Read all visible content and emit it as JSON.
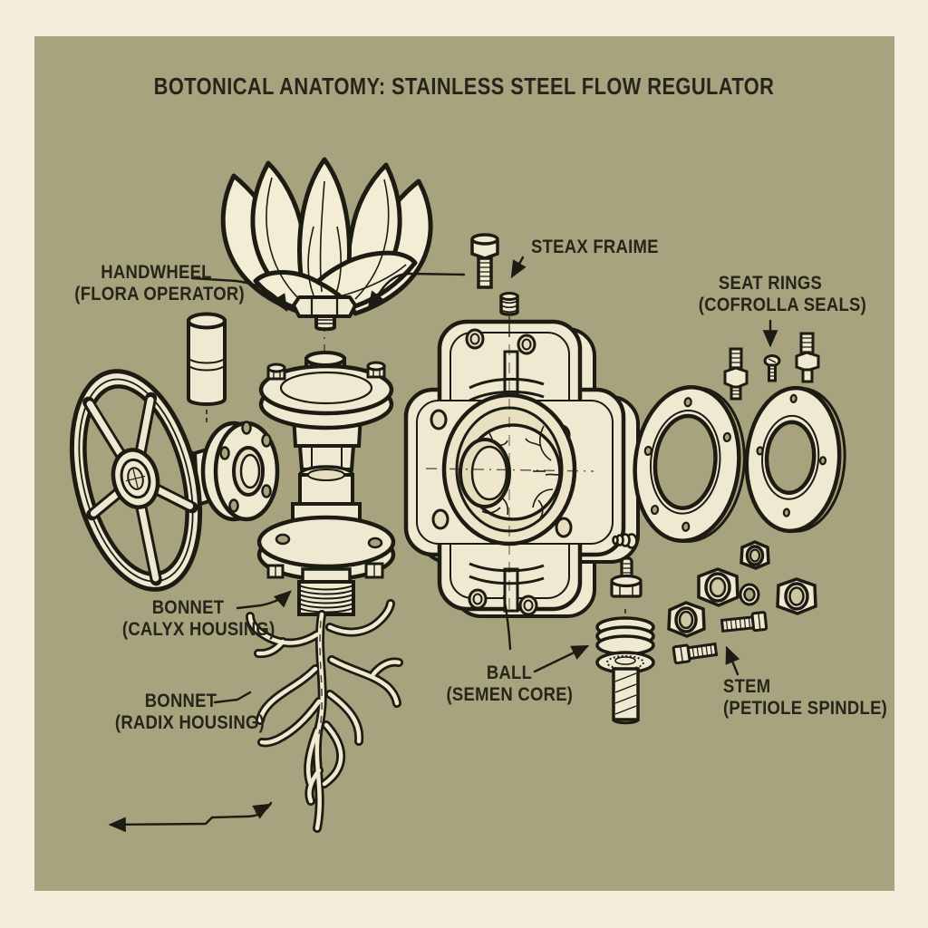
{
  "title": "BOTONICAL ANATOMY: STAINLESS STEEL FLOW REGULATOR",
  "labels": {
    "handwheel": {
      "line1": "HANDWHEEL",
      "line2": "(FLORA OPERATOR)"
    },
    "steax_fraime": {
      "line1": "STEAX FRAIME"
    },
    "seat_rings": {
      "line1": "SEAT RINGS",
      "line2": "(COFROLLA SEALS)"
    },
    "bonnet_calyx": {
      "line1": "BONNET",
      "line2": "(CALYX HOUSING)"
    },
    "bonnet_radix": {
      "line1": "BONNET",
      "line2": "(RADIX HOUSING)"
    },
    "ball": {
      "line1": "BALL",
      "line2": "(SEMEN CORE)"
    },
    "stem": {
      "line1": "STEM",
      "line2": "(PETIOLE SPINDLE)"
    }
  },
  "colors": {
    "paper": "#f2edda",
    "panel": "#a6a37e",
    "ink": "#1d1c12",
    "part_fill": "#f0e9d1",
    "part_shade": "#e2d8ba",
    "text": "#26251a"
  },
  "illustration_parts": [
    "lotus-flower-handwheel",
    "five-spoke-handwheel",
    "spacer-cylinder",
    "companion-flange",
    "bonnet-flange-column",
    "threaded-bonnet-neck",
    "root-system",
    "valve-body-housing",
    "seed-core-ball",
    "hex-bolt",
    "threaded-plug",
    "seat-ring-left",
    "seat-ring-right",
    "stud-with-nut",
    "machine-screw",
    "bolt-with-nut",
    "hex-nuts",
    "washer",
    "lying-bolts",
    "grub-screw",
    "stem-spindle-with-washers",
    "dimension-arrow"
  ]
}
